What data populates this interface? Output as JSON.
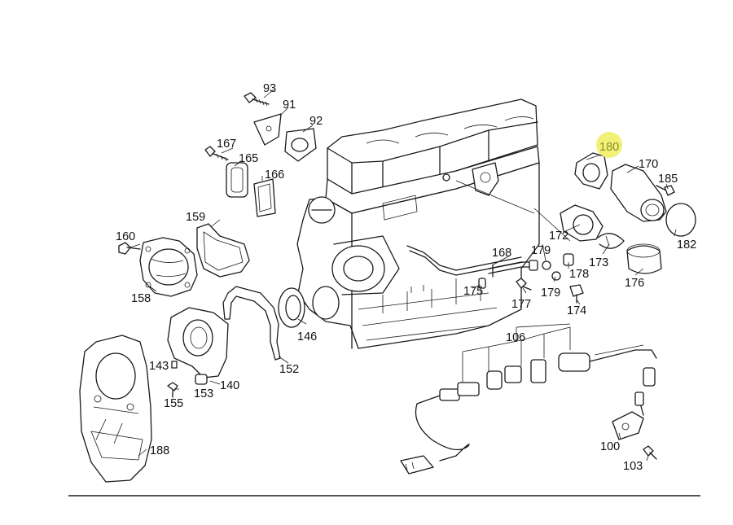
{
  "diagram": {
    "highlight_color": "#eef066",
    "labels": {
      "93": "93",
      "91": "91",
      "92": "92",
      "167": "167",
      "165": "165",
      "166": "166",
      "159": "159",
      "160": "160",
      "158": "158",
      "168": "168",
      "179a": "179",
      "172": "172",
      "173": "173",
      "178": "178",
      "179b": "179",
      "176": "176",
      "175": "175",
      "177": "177",
      "174": "174",
      "180": "180",
      "170": "170",
      "185": "185",
      "182": "182",
      "146": "146",
      "152": "152",
      "106": "106",
      "143": "143",
      "140": "140",
      "153": "153",
      "155": "155",
      "188": "188",
      "100": "100",
      "103": "103"
    }
  }
}
